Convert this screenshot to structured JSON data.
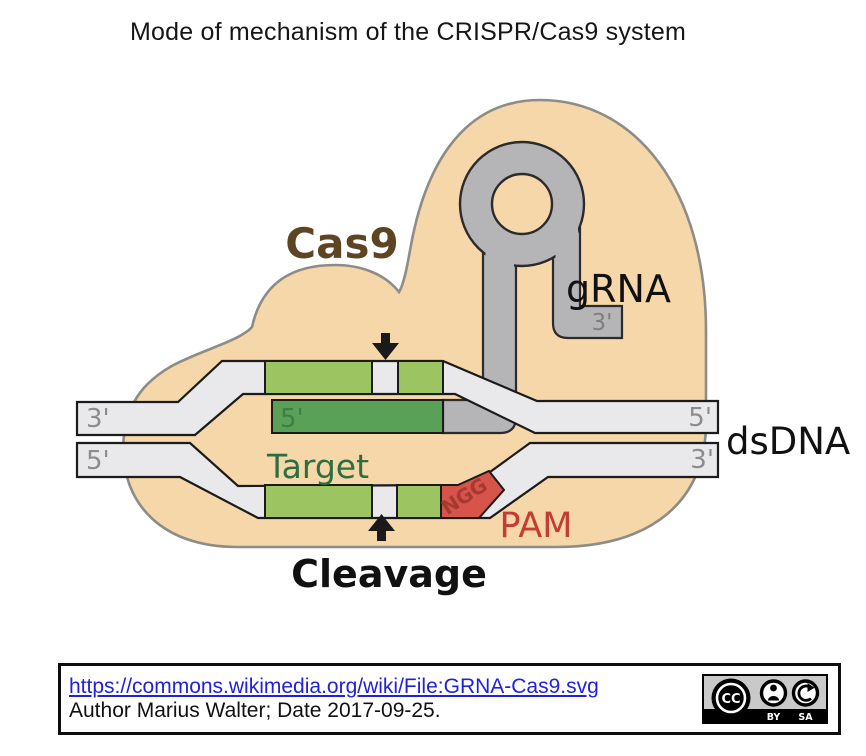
{
  "title": "Mode of mechanism of the CRISPR/Cas9 system",
  "diagram": {
    "labels": {
      "cas9": "Cas9",
      "grna": "gRNA",
      "grna_end": "3'",
      "dsdna": "dsDNA",
      "target": "Target",
      "target_strand_end": "5'",
      "pam": "PAM",
      "pam_site": "NGG",
      "cleavage": "Cleavage",
      "left_top_end": "3'",
      "left_bottom_end": "5'",
      "right_top_end": "5'",
      "right_bottom_end": "3'"
    },
    "colors": {
      "cas9_body": "#f6d7a9",
      "cas9_outline": "#8d8c86",
      "grna_fill": "#b5b5b8",
      "dna_fill": "#e9e9ec",
      "protospacer_green": "#9cc561",
      "target_green": "#58a157",
      "pam_red": "#d6544a",
      "cas9_label_brown": "#5d4523",
      "target_label_green": "#2d6e3f",
      "pam_label_red": "#c33c35",
      "end_label_gray": "#8c8c8c"
    }
  },
  "credit": {
    "url": "https://commons.wikimedia.org/wiki/File:GRNA-Cas9.svg",
    "author_line": "Author Marius Walter; Date 2017-09-25.",
    "license_badge": {
      "cc": "CC",
      "by": "BY",
      "sa": "SA"
    }
  }
}
